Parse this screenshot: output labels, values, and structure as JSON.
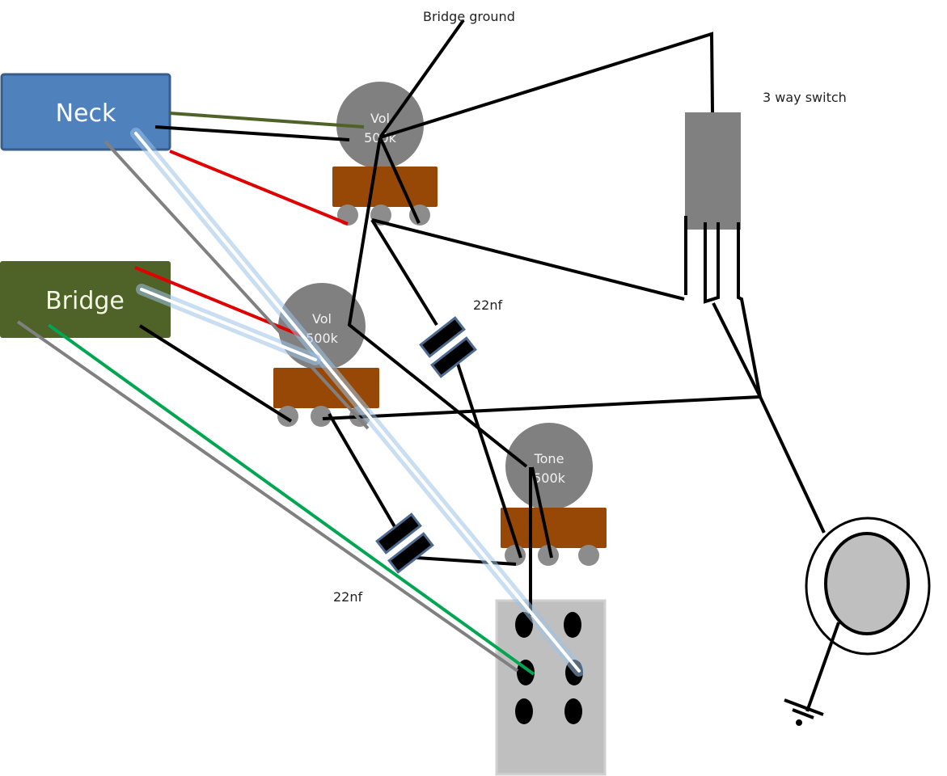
{
  "title": "Guitar wiring diagram",
  "colors": {
    "neck_pickup": "#4f81bd",
    "neck_pickup_border": "#385d8a",
    "bridge_pickup": "#4f6228",
    "pot_body": "#808080",
    "pot_base": "#974806",
    "lug": "#8c8c8c",
    "switch_body": "#808080",
    "jack_plate": "#bfbfbf",
    "jack_center": "#bfbfbf",
    "cap_fill": "#000000",
    "cap_border": "#4f6a8f",
    "wire_black": "#000000",
    "wire_red": "#e00000",
    "wire_green_dark": "#4f6228",
    "wire_green": "#00a651",
    "wire_gray": "#808080",
    "wire_white": "#ffffff",
    "wire_white_glow": "#9cc2e5"
  },
  "labels": {
    "bridge_ground": "Bridge ground",
    "three_way_switch": "3 way switch",
    "cap_top": "22nf",
    "cap_bottom": "22nf"
  },
  "pickups": {
    "neck": {
      "label": "Neck"
    },
    "bridge": {
      "label": "Bridge"
    }
  },
  "pots": {
    "neck_volume": {
      "line1": "Vol",
      "line2": "500k"
    },
    "bridge_volume": {
      "line1": "Vol",
      "line2": "500k"
    },
    "tone": {
      "line1": "Tone",
      "line2": "500k"
    }
  },
  "components": {
    "switch": "3 way switch",
    "push_pull": "DPDT switch",
    "output_jack": "Output jack",
    "ground": "Ground"
  }
}
